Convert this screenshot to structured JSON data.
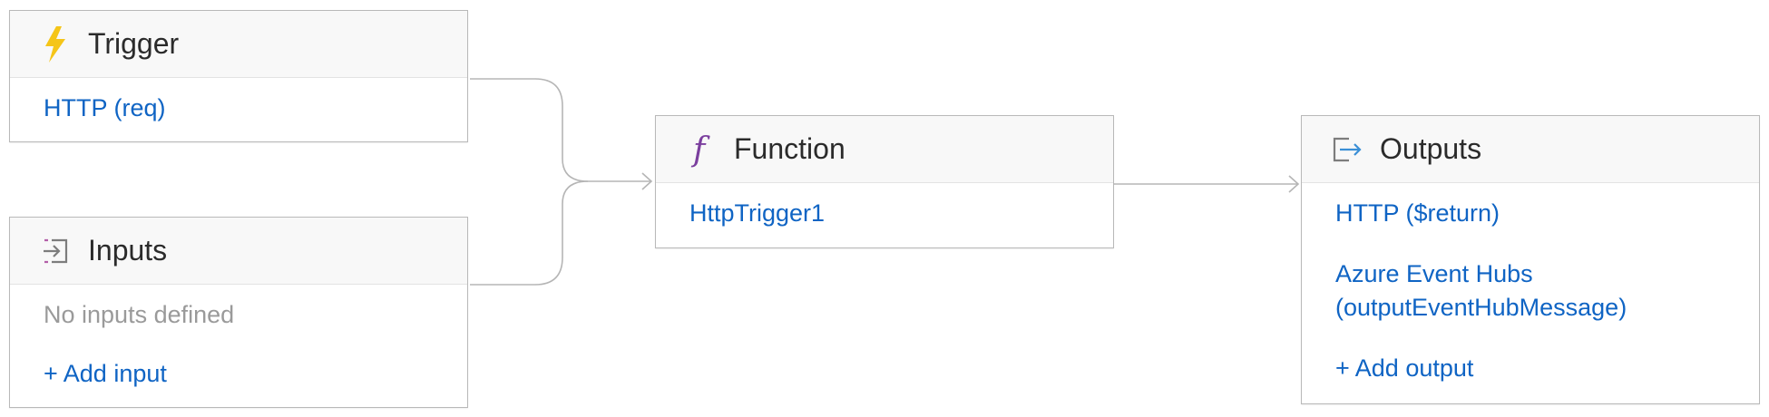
{
  "trigger": {
    "title": "Trigger",
    "icon": "lightning-bolt-icon",
    "items": [
      "HTTP (req)"
    ]
  },
  "inputs": {
    "title": "Inputs",
    "icon": "input-arrow-icon",
    "empty_text": "No inputs defined",
    "add_label": "+ Add input"
  },
  "function": {
    "title": "Function",
    "icon": "function-f-icon",
    "items": [
      "HttpTrigger1"
    ]
  },
  "outputs": {
    "title": "Outputs",
    "icon": "output-arrow-icon",
    "items": [
      "HTTP ($return)",
      "Azure Event Hubs",
      "(outputEventHubMessage)"
    ],
    "add_label": "+ Add output"
  },
  "colors": {
    "link": "#0f64c4",
    "trigger_icon": "#f5c518",
    "function_icon": "#7b3f9e",
    "output_icon": "#3a8fd6",
    "border": "#b9b9b9",
    "connector": "#b5b5b5"
  }
}
